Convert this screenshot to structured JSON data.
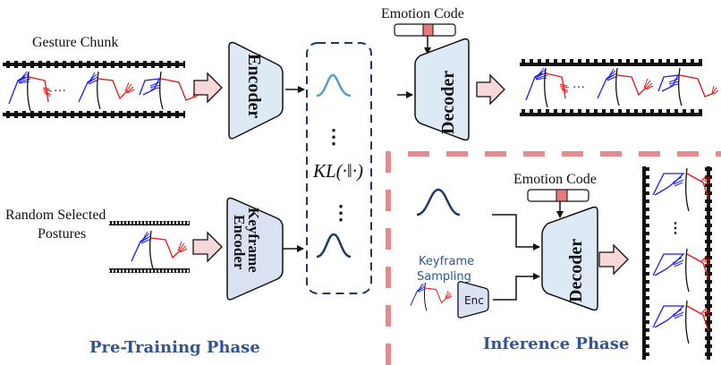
{
  "pretraining": {
    "gesture_chunk_label": "Gesture Chunk",
    "random_postures_label_line1": "Random Selected",
    "random_postures_label_line2": "Postures",
    "encoder_label": "Encoder",
    "keyframe_encoder_line1": "Keyframe",
    "keyframe_encoder_line2": "Encoder",
    "decoder_label": "Decoder",
    "emotion_code_label": "Emotion Code",
    "kl_label": "KL(·‖·)",
    "ellipsis": "⋮",
    "frames_ellipsis": "···",
    "phase_title": "Pre-Training Phase"
  },
  "inference": {
    "emotion_code_label": "Emotion Code",
    "decoder_label": "Decoder",
    "keyframe_sampling_line1": "Keyframe",
    "keyframe_sampling_line2": "Sampling",
    "enc_label": "Enc",
    "frames_ellipsis": "⋮",
    "phase_title": "Inference Phase"
  },
  "colors": {
    "encoder_fill": "#ddeaf6",
    "keyframe_encoder_fill": "#d9e1f2",
    "arrow_fill": "#f8d7d8",
    "emotion_code_active": "#e57b7f",
    "dashed_box_stroke": "#1f3864",
    "gaussian_light": "#5b9bd5",
    "gaussian_dark": "#1f3864",
    "inference_border": "#e88a8c",
    "phase_title": "#2f5597",
    "left_arm": "#1a1aff",
    "right_arm": "#ee1111"
  }
}
